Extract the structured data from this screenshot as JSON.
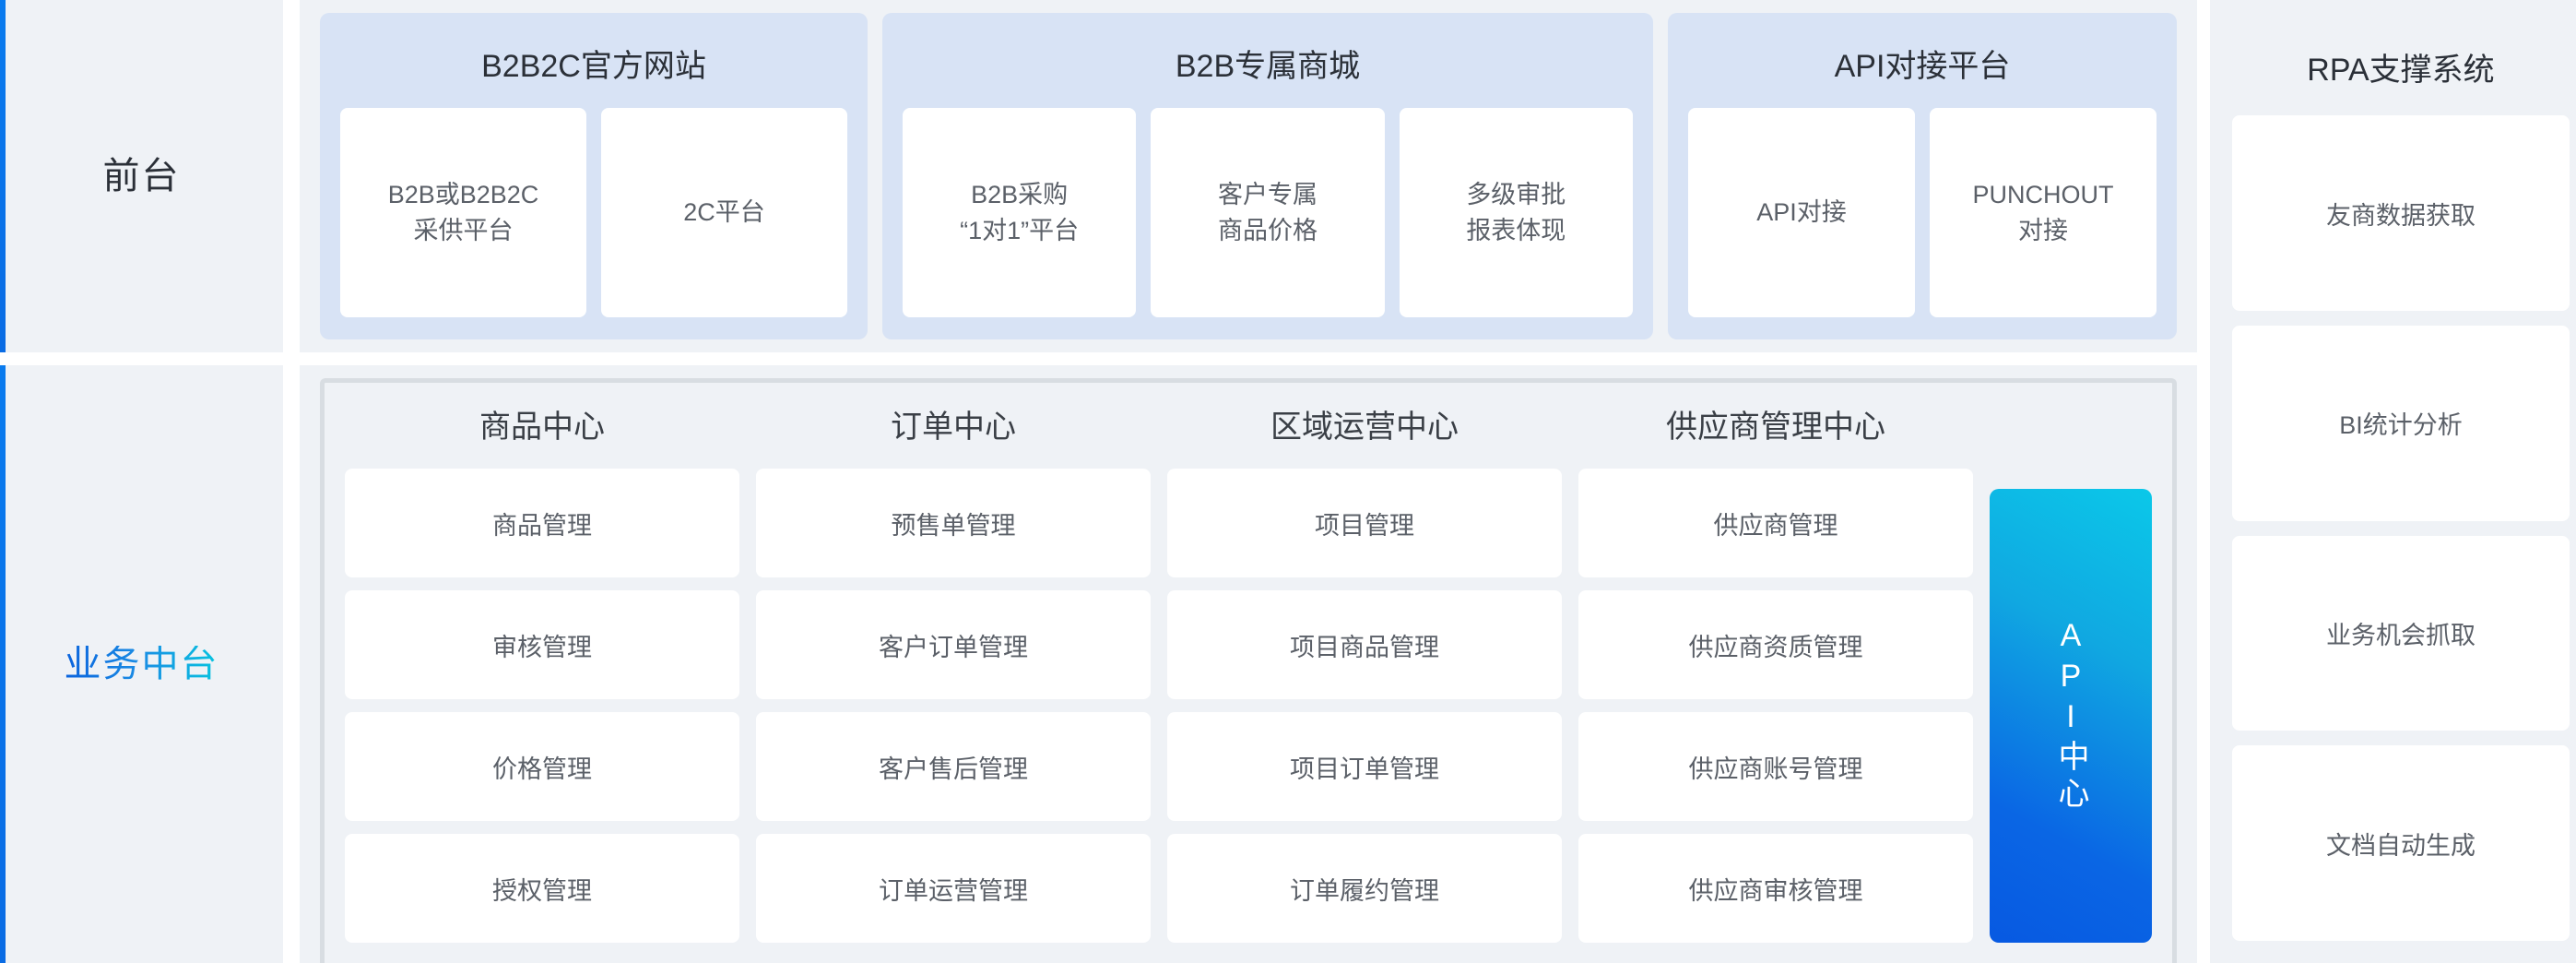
{
  "layers": [
    {
      "key": "front",
      "label": "前台"
    },
    {
      "key": "middle",
      "label": "业务中台"
    }
  ],
  "colors": {
    "page_background": "#FFFFFF",
    "band_background": "#EFF2F6",
    "group_panel": "#D8E3F5",
    "tile": "#FFFFFF",
    "frame_border": "#D8DDE2",
    "accent_blue": "#0A6CE4",
    "accent_cyan": "#06C4DF",
    "title_text": "#2B3038",
    "tile_text": "#5B6068"
  },
  "front_stage": {
    "groups": [
      {
        "title": "B2B2C官方网站",
        "tiles": [
          "B2B或B2B2C\n采供平台",
          "2C平台"
        ]
      },
      {
        "title": "B2B专属商城",
        "tiles": [
          "B2B采购\n“1对1”平台",
          "客户专属\n商品价格",
          "多级审批\n报表体现"
        ]
      },
      {
        "title": "API对接平台",
        "tiles": [
          "API对接",
          "PUNCHOUT\n对接"
        ]
      }
    ]
  },
  "middle_platform": {
    "centers": [
      {
        "title": "商品中心",
        "items": [
          "商品管理",
          "审核管理",
          "价格管理",
          "授权管理"
        ]
      },
      {
        "title": "订单中心",
        "items": [
          "预售单管理",
          "客户订单管理",
          "客户售后管理",
          "订单运营管理"
        ]
      },
      {
        "title": "区域运营中心",
        "items": [
          "项目管理",
          "项目商品管理",
          "项目订单管理",
          "订单履约管理"
        ]
      },
      {
        "title": "供应商管理中心",
        "items": [
          "供应商管理",
          "供应商资质管理",
          "供应商账号管理",
          "供应商审核管理"
        ]
      }
    ],
    "api_center": {
      "label": "API中心"
    }
  },
  "rpa": {
    "title": "RPA支撑系统",
    "items": [
      "友商数据获取",
      "BI统计分析",
      "业务机会抓取",
      "文档自动生成"
    ]
  }
}
